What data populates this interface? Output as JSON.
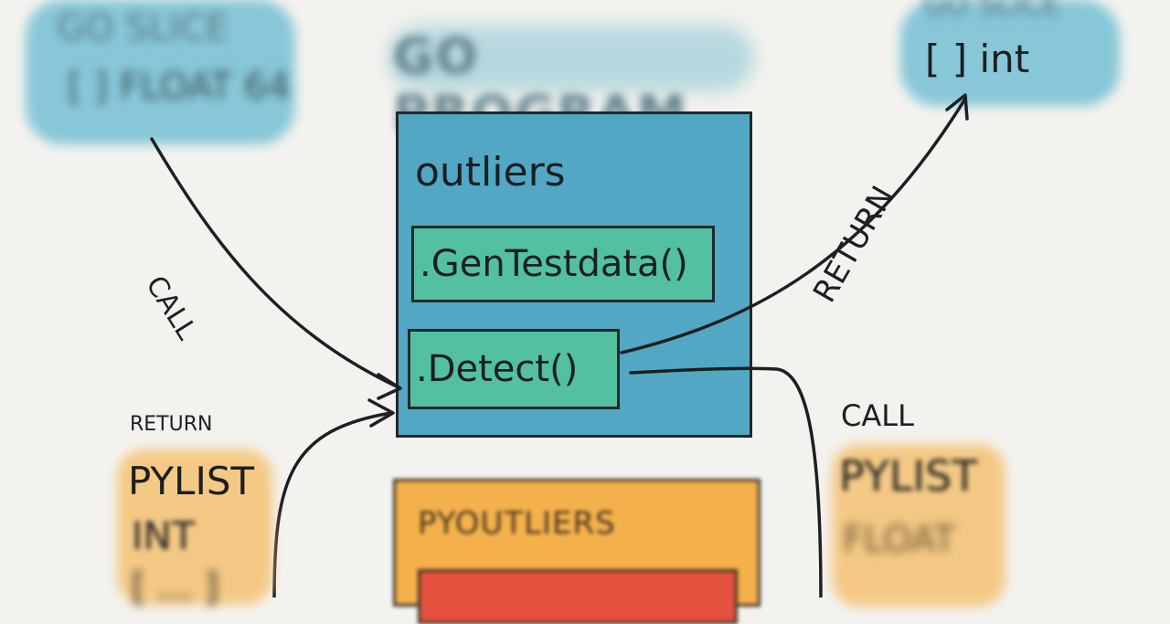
{
  "title": "GO PROGRAM",
  "top_left_note": {
    "line1": "GO SLICE",
    "line2": "[ ] FLOAT 64"
  },
  "top_right_note": {
    "line1": "GO SLICE",
    "line2": "[ ] int"
  },
  "package": {
    "name": "outliers",
    "functions": [
      ".GenTestdata()",
      ".Detect()"
    ]
  },
  "labels": {
    "call_left": "CALL",
    "return_right": "RETURN",
    "return_left": "RETURN",
    "call_right": "CALL"
  },
  "bottom_left_note": {
    "line1": "PYLIST",
    "line2": "INT",
    "line3": "[ ... ]"
  },
  "bottom_right_note": {
    "line1": "PYLIST",
    "line2": "FLOAT"
  },
  "python_package": {
    "name": "PYOUTLIERS"
  },
  "colors": {
    "background": "#f3f2ee",
    "go_box": "#52a7c4",
    "function_box": "#53c0a0",
    "python_box": "#f4b04a",
    "python_inner": "#e6523d",
    "note_blue": "#7cc3d6",
    "note_orange": "#f5c57a"
  }
}
